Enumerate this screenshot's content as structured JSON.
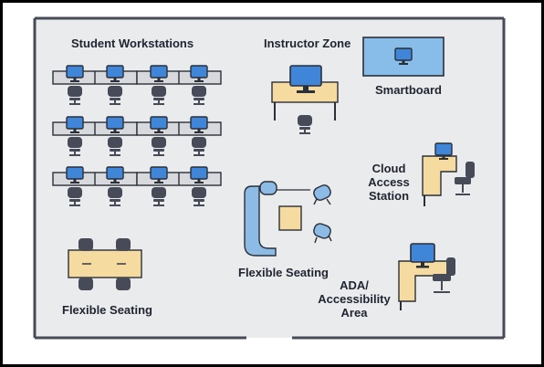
{
  "labels": {
    "student_workstations": "Student Workstations",
    "instructor_zone": "Instructor Zone",
    "smartboard": "Smartboard",
    "cloud_access_station": [
      "Cloud",
      "Access",
      "Station"
    ],
    "flexible_seating_center": "Flexible Seating",
    "flexible_seating_left": "Flexible Seating",
    "ada_area": [
      "ADA/",
      "Accessibility",
      "Area"
    ]
  },
  "icons": [
    "monitor-icon",
    "office-chair-icon",
    "sofa-icon",
    "armchair-icon",
    "ottoman-icon"
  ],
  "colors": {
    "floor": "#eaebed",
    "wall": "#474b57",
    "desk": "#f5dba0",
    "monitor_screen": "#3f86d8",
    "smartboard_fill": "#87bde8",
    "furniture_blue": "#8cbbe6",
    "chair": "#474b57",
    "desk_gray": "#d8d9dc"
  }
}
